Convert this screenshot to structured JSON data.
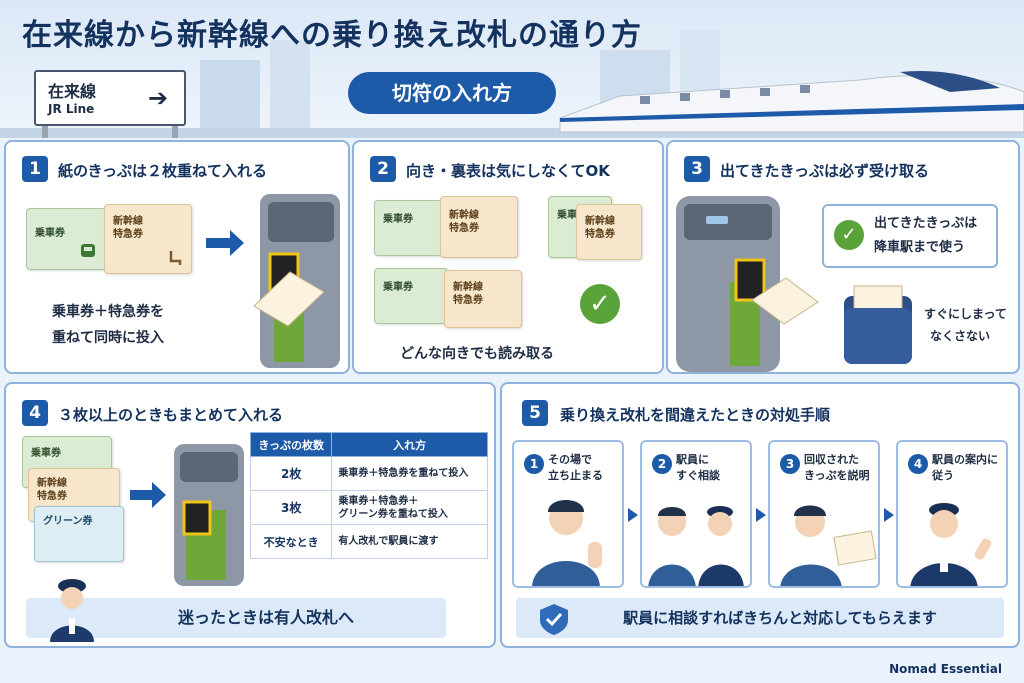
{
  "header": {
    "title": "在来線から新幹線への乗り換え改札の通り方",
    "subtitle": "切符の入れ方",
    "sign_main": "在来線",
    "sign_sub": "JR Line"
  },
  "panel1": {
    "number": "1",
    "heading": "紙のきっぷは２枚重ねて入れる",
    "ticket_a": "乗車券",
    "ticket_b": "新幹線\n特急券",
    "text_line1": "乗車券＋特急券を",
    "text_line2": "重ねて同時に投入"
  },
  "panel2": {
    "number": "2",
    "heading": "向き・裏表は気にしなくてOK",
    "ticket_a": "乗車券",
    "ticket_b": "新幹線\n特急券",
    "text": "どんな向きでも読み取る"
  },
  "panel3": {
    "number": "3",
    "heading": "出てきたきっぷは必ず受け取る",
    "callout_line1": "出てきたきっぷは",
    "callout_line2": "降車駅まで使う",
    "text_line1": "すぐにしまって",
    "text_line2": "なくさない"
  },
  "panel4": {
    "number": "4",
    "heading": "３枚以上のときもまとめて入れる",
    "ticket_a": "乗車券",
    "ticket_b": "新幹線\n特急券",
    "ticket_c": "グリーン券",
    "table_headers": [
      "きっぷの枚数",
      "入れ方"
    ],
    "table_rows": [
      [
        "2枚",
        "乗車券＋特急券を重ねて投入"
      ],
      [
        "3枚",
        "乗車券＋特急券＋\nグリーン券を重ねて投入"
      ],
      [
        "不安なとき",
        "有人改札で駅員に渡す"
      ]
    ],
    "callout": "迷ったときは有人改札へ"
  },
  "panel5": {
    "number": "5",
    "heading": "乗り換え改札を間違えたときの対処手順",
    "steps": [
      {
        "n": "1",
        "label": "その場で\n立ち止まる"
      },
      {
        "n": "2",
        "label": "駅員に\nすぐ相談"
      },
      {
        "n": "3",
        "label": "回収された\nきっぷを説明"
      },
      {
        "n": "4",
        "label": "駅員の案内に\n従う"
      }
    ],
    "callout": "駅員に相談すればきちんと対応してもらえます"
  },
  "footer": "Nomad Essential",
  "colors": {
    "primary": "#1d5aa8",
    "navy": "#13325e",
    "panel_border": "#8fb2dc",
    "gate_green": "#6fa83a"
  }
}
